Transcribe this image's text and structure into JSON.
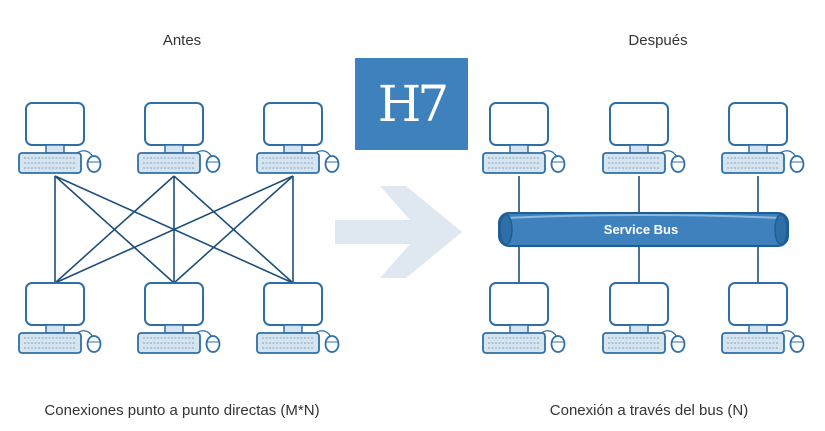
{
  "before": {
    "title": "Antes",
    "caption": "Conexiones punto a punto directas (M*N)"
  },
  "after": {
    "title": "Después",
    "caption": "Conexión a través del bus (N)",
    "bus_label": "Service Bus"
  },
  "logo": {
    "text": "H7"
  },
  "colors": {
    "line": "#1d4f7c",
    "monitor_stroke": "#2f6fa8",
    "monitor_fill": "#ffffff",
    "device_fill": "#d6e4f0",
    "bus_fill": "#3f81bd",
    "bus_stroke": "#1d5e95",
    "arrow": "#dfe8f1",
    "logo_bg": "#3f81bd"
  },
  "icons": [
    "computer-icon",
    "arrow-right-icon",
    "service-bus-icon"
  ]
}
